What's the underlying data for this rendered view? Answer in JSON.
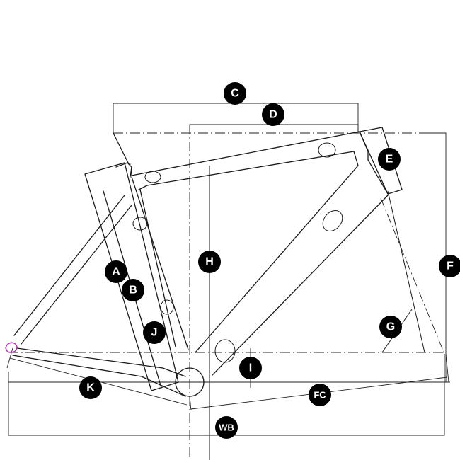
{
  "markers": {
    "A": "A",
    "B": "B",
    "C": "C",
    "D": "D",
    "E": "E",
    "F": "F",
    "G": "G",
    "H": "H",
    "I": "I",
    "J": "J",
    "K": "K",
    "FC": "FC",
    "WB": "WB"
  },
  "colors": {
    "line": "#1a1a1a",
    "marker": "#000000",
    "marker_text": "#ffffff",
    "dropout_accent": "#b030b0"
  }
}
